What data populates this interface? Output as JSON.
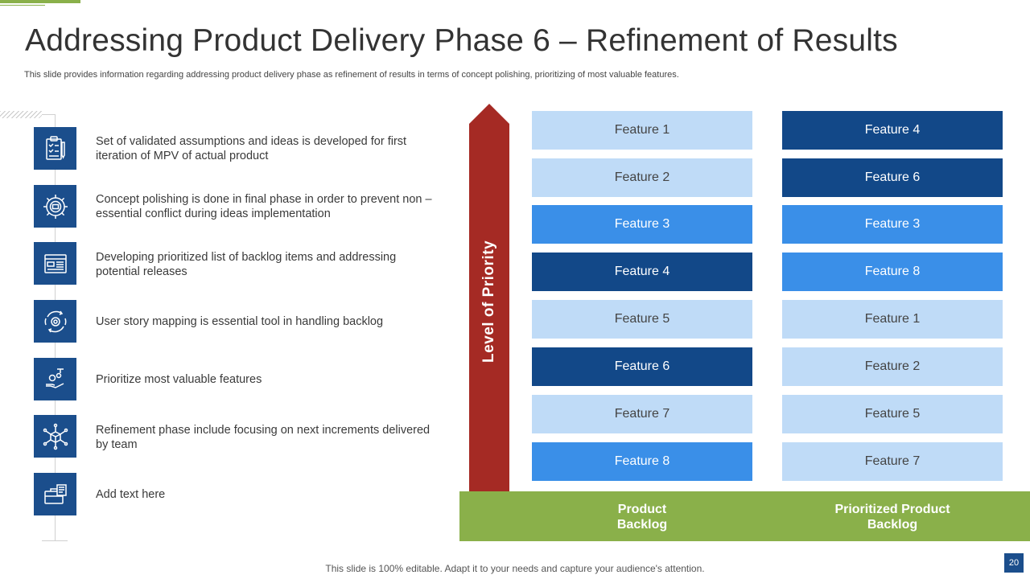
{
  "slide": {
    "title": "Addressing Product Delivery Phase 6 – Refinement of Results",
    "subtitle": "This slide provides information regarding addressing product delivery phase as refinement of results in terms of concept polishing, prioritizing of most valuable features.",
    "footer": "This slide is 100% editable. Adapt it to your needs and capture your audience's attention.",
    "page_number": "20"
  },
  "left_items": [
    {
      "icon": "checklist-icon",
      "text": "Set of validated assumptions and ideas is developed for first iteration of MPV of actual product"
    },
    {
      "icon": "gear-icon",
      "text": "Concept polishing is done in final phase in order to prevent non – essential conflict during ideas implementation"
    },
    {
      "icon": "browser-list-icon",
      "text": "Developing prioritized list of backlog items and addressing potential releases"
    },
    {
      "icon": "cycle-gear-icon",
      "text": "User story mapping is essential tool in handling backlog"
    },
    {
      "icon": "hand-gears-icon",
      "text": "Prioritize most valuable features"
    },
    {
      "icon": "network-cube-icon",
      "text": "Refinement phase include focusing on next increments delivered by team"
    },
    {
      "icon": "briefcase-document-icon",
      "text": "Add text here"
    }
  ],
  "priority_arrow": {
    "label": "Level of Priority",
    "color": "#a52a24"
  },
  "colors": {
    "light": "#bfdbf7",
    "mid": "#3a8fe8",
    "dark": "#124888",
    "green": "#8ab04a",
    "navy": "#1b4e8c"
  },
  "product_backlog": {
    "label": "Product Backlog",
    "items": [
      {
        "label": "Feature 1",
        "shade": "light"
      },
      {
        "label": "Feature 2",
        "shade": "light"
      },
      {
        "label": "Feature 3",
        "shade": "mid"
      },
      {
        "label": "Feature 4",
        "shade": "dark"
      },
      {
        "label": "Feature 5",
        "shade": "light"
      },
      {
        "label": "Feature 6",
        "shade": "dark"
      },
      {
        "label": "Feature 7",
        "shade": "light"
      },
      {
        "label": "Feature 8",
        "shade": "mid"
      }
    ]
  },
  "prioritized_backlog": {
    "label": "Prioritized Product Backlog",
    "items": [
      {
        "label": "Feature 4",
        "shade": "dark"
      },
      {
        "label": "Feature 6",
        "shade": "dark"
      },
      {
        "label": "Feature 3",
        "shade": "mid"
      },
      {
        "label": "Feature 8",
        "shade": "mid"
      },
      {
        "label": "Feature 1",
        "shade": "light"
      },
      {
        "label": "Feature 2",
        "shade": "light"
      },
      {
        "label": "Feature 5",
        "shade": "light"
      },
      {
        "label": "Feature 7",
        "shade": "light"
      }
    ]
  }
}
